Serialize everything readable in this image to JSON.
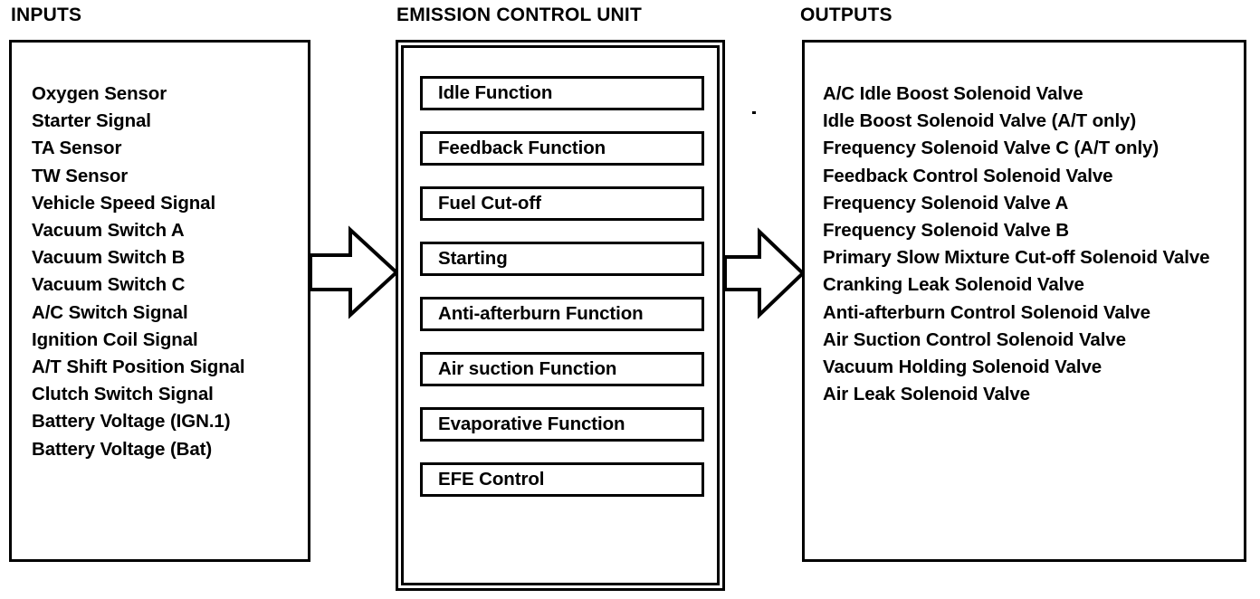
{
  "headings": {
    "inputs": "INPUTS",
    "ecu": "EMISSION CONTROL UNIT",
    "outputs": "OUTPUTS"
  },
  "inputs": {
    "items": [
      "Oxygen Sensor",
      "Starter Signal",
      "TA Sensor",
      "TW Sensor",
      "Vehicle Speed Signal",
      "Vacuum Switch A",
      "Vacuum Switch B",
      "Vacuum Switch C",
      "A/C Switch Signal",
      "Ignition Coil Signal",
      "A/T Shift Position Signal",
      "Clutch Switch Signal",
      "Battery Voltage (IGN.1)",
      "Battery Voltage (Bat)"
    ]
  },
  "ecu": {
    "functions": [
      "Idle Function",
      "Feedback Function",
      "Fuel Cut-off",
      "Starting",
      "Anti-afterburn Function",
      "Air suction Function",
      "Evaporative Function",
      "EFE Control"
    ]
  },
  "outputs": {
    "items": [
      "A/C Idle Boost Solenoid Valve",
      "Idle Boost Solenoid Valve (A/T only)",
      "Frequency Solenoid Valve C (A/T only)",
      "Feedback Control Solenoid Valve",
      "Frequency Solenoid Valve A",
      "Frequency Solenoid Valve B",
      "Primary Slow Mixture Cut-off Solenoid Valve",
      "Cranking Leak Solenoid Valve",
      "Anti-afterburn Control Solenoid Valve",
      "Air Suction Control Solenoid Valve",
      "Vacuum Holding Solenoid Valve",
      "Air Leak Solenoid Valve"
    ]
  },
  "flow": {
    "arrow_inputs_to_ecu": "right-arrow",
    "arrow_ecu_to_outputs": "right-arrow"
  },
  "colors": {
    "ink": "#000000",
    "paper": "#ffffff"
  }
}
